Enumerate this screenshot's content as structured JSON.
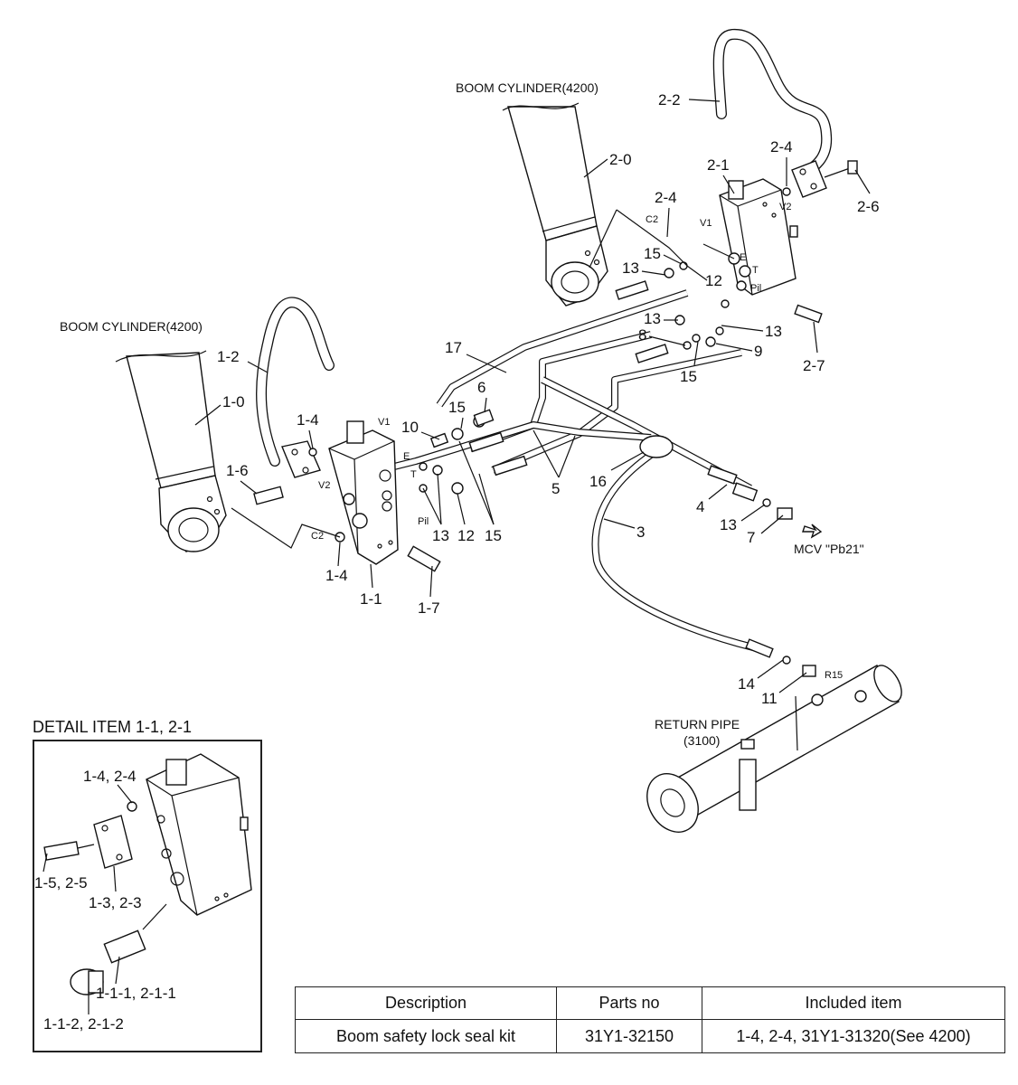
{
  "callouts": {
    "boom_cyl_right": "BOOM CYLINDER(4200)",
    "boom_cyl_left": "BOOM CYLINDER(4200)",
    "return_pipe": "RETURN PIPE",
    "return_pipe_ref": "(3100)",
    "mcv": "MCV \"Pb21\"",
    "port_v1_left": "V1",
    "port_v2_left": "V2",
    "port_e": "E",
    "port_t_left": "T",
    "port_pil_left": "Pil",
    "port_c2_left": "C2",
    "port_v1_right": "V1",
    "port_v2_right": "V2",
    "port_c2_right": "C2",
    "port_t_right": "T",
    "port_pil_right": "Pil",
    "port_e_right": "E",
    "r15": "R15"
  },
  "part_labels": {
    "p2_2": "2-2",
    "p2_4a": "2-4",
    "p2_1": "2-1",
    "p2_0": "2-0",
    "p2_6": "2-6",
    "p2_4b": "2-4",
    "p15a": "15",
    "p13a": "13",
    "p12a": "12",
    "p13b": "13",
    "p13c": "13",
    "p8": "8",
    "p9": "9",
    "p15b": "15",
    "p2_7": "2-7",
    "p17": "17",
    "p1_2": "1-2",
    "p1_0": "1-0",
    "p15c": "15",
    "p6": "6",
    "p10": "10",
    "p1_4a": "1-4",
    "p1_6": "1-6",
    "p5": "5",
    "p16": "16",
    "p4": "4",
    "p13d": "13",
    "p12b": "12",
    "p15d": "15",
    "p3": "3",
    "p13e": "13",
    "p7": "7",
    "p1_4b": "1-4",
    "p1_1": "1-1",
    "p1_7": "1-7",
    "p14": "14",
    "p11": "11"
  },
  "detail": {
    "title": "DETAIL ITEM 1-1, 2-1",
    "l_seal": "1-4, 2-4",
    "l_bolt": "1-5, 2-5",
    "l_plate": "1-3, 2-3",
    "l_plug": "1-1-1, 2-1-1",
    "l_cap": "1-1-2, 2-1-2"
  },
  "table": {
    "headers": [
      "Description",
      "Parts no",
      "Included item"
    ],
    "rows": [
      [
        "Boom safety lock seal kit",
        "31Y1-32150",
        "1-4, 2-4, 31Y1-31320(See 4200)"
      ]
    ]
  }
}
